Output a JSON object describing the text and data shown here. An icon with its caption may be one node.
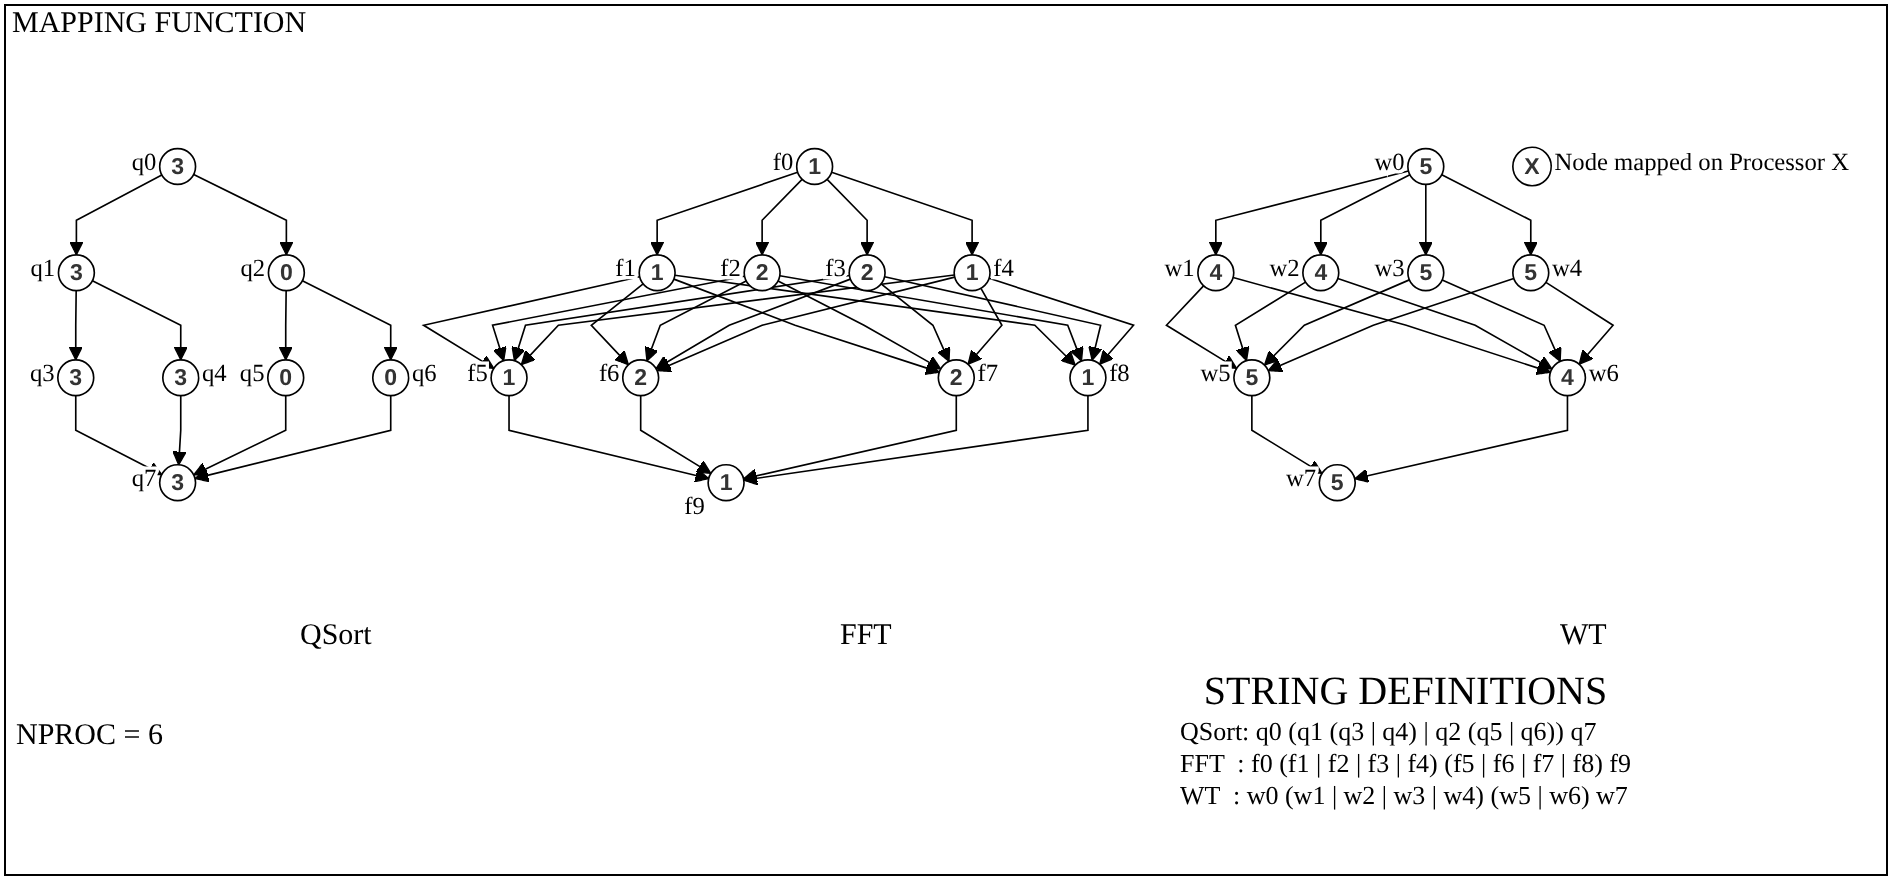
{
  "diagram": {
    "title": "MAPPING FUNCTION",
    "nodes": [
      {
        "text": [
          "3"
        ],
        "beside": [
          "q0"
        ]
      },
      {
        "text": [
          "3"
        ],
        "beside": [
          "q1"
        ]
      },
      {
        "text": [
          "0"
        ],
        "beside": [
          "q2"
        ]
      },
      {
        "text": [
          "3"
        ],
        "beside": [
          "q3"
        ]
      },
      {
        "text": [
          "3"
        ],
        "beside": [
          "q4"
        ]
      },
      {
        "text": [
          "0"
        ],
        "beside": [
          "q5"
        ]
      },
      {
        "text": [
          "0"
        ],
        "beside": [
          "q6"
        ]
      },
      {
        "text": [
          "3"
        ],
        "beside": [
          "q7"
        ]
      },
      {
        "text": [
          "1"
        ],
        "beside": [
          "f0"
        ]
      },
      {
        "text": [
          "1"
        ],
        "beside": [
          "f1"
        ]
      },
      {
        "text": [
          "2"
        ],
        "beside": [
          "f2"
        ]
      },
      {
        "text": [
          "2"
        ],
        "beside": [
          "f3"
        ]
      },
      {
        "text": [
          "1"
        ],
        "beside": [
          "f4"
        ]
      },
      {
        "text": [
          "1"
        ],
        "beside": [
          "f5"
        ]
      },
      {
        "text": [
          "2"
        ],
        "beside": [
          "f6"
        ]
      },
      {
        "text": [
          "2"
        ],
        "beside": [
          "f7"
        ]
      },
      {
        "text": [
          "1"
        ],
        "beside": [
          "f8"
        ]
      },
      {
        "text": [
          "1"
        ],
        "beside": [
          "f9"
        ]
      },
      {
        "text": [
          "5"
        ],
        "beside": [
          "w0"
        ]
      },
      {
        "text": [
          "4"
        ],
        "beside": [
          "w1"
        ]
      },
      {
        "text": [
          "4"
        ],
        "beside": [
          "w2"
        ]
      },
      {
        "text": [
          "5"
        ],
        "beside": [
          "w3"
        ]
      },
      {
        "text": [
          "5"
        ],
        "beside": [
          "w4"
        ]
      },
      {
        "text": [
          "5"
        ],
        "beside": [
          "w5"
        ]
      },
      {
        "text": [
          "4"
        ],
        "beside": [
          "w6"
        ]
      },
      {
        "text": [
          "5"
        ],
        "beside": [
          "w7"
        ]
      },
      {
        "text": [
          "X"
        ],
        "beside": [
          "Node mapped on Processor X"
        ]
      }
    ],
    "edges": [
      {
        "from": 0,
        "to": 1,
        "arrow": "to"
      },
      {
        "from": 0,
        "to": 2,
        "arrow": "to"
      },
      {
        "from": 1,
        "to": 3,
        "arrow": "to"
      },
      {
        "from": 1,
        "to": 4,
        "arrow": "to"
      },
      {
        "from": 2,
        "to": 5,
        "arrow": "to"
      },
      {
        "from": 2,
        "to": 6,
        "arrow": "to"
      },
      {
        "from": 3,
        "to": 7,
        "arrow": "to"
      },
      {
        "from": 4,
        "to": 7,
        "arrow": "to"
      },
      {
        "from": 5,
        "to": 7,
        "arrow": "to"
      },
      {
        "from": 6,
        "to": 7,
        "arrow": "to"
      },
      {
        "from": 8,
        "to": 9,
        "arrow": "to"
      },
      {
        "from": 8,
        "to": 10,
        "arrow": "to"
      },
      {
        "from": 8,
        "to": 11,
        "arrow": "to"
      },
      {
        "from": 8,
        "to": 12,
        "arrow": "to"
      },
      {
        "from": 9,
        "to": 13,
        "arrow": "to"
      },
      {
        "from": 9,
        "to": 14,
        "arrow": "to"
      },
      {
        "from": 9,
        "to": 15,
        "arrow": "to"
      },
      {
        "from": 9,
        "to": 16,
        "arrow": "to"
      },
      {
        "from": 10,
        "to": 13,
        "arrow": "to"
      },
      {
        "from": 10,
        "to": 14,
        "arrow": "to"
      },
      {
        "from": 10,
        "to": 15,
        "arrow": "to"
      },
      {
        "from": 10,
        "to": 16,
        "arrow": "to"
      },
      {
        "from": 11,
        "to": 13,
        "arrow": "to"
      },
      {
        "from": 11,
        "to": 14,
        "arrow": "to"
      },
      {
        "from": 11,
        "to": 15,
        "arrow": "to"
      },
      {
        "from": 11,
        "to": 16,
        "arrow": "to"
      },
      {
        "from": 12,
        "to": 13,
        "arrow": "to"
      },
      {
        "from": 12,
        "to": 14,
        "arrow": "to"
      },
      {
        "from": 12,
        "to": 15,
        "arrow": "to"
      },
      {
        "from": 12,
        "to": 16,
        "arrow": "to"
      },
      {
        "from": 13,
        "to": 17,
        "arrow": "to"
      },
      {
        "from": 14,
        "to": 17,
        "arrow": "to"
      },
      {
        "from": 15,
        "to": 17,
        "arrow": "to"
      },
      {
        "from": 16,
        "to": 17,
        "arrow": "to"
      },
      {
        "from": 18,
        "to": 19,
        "arrow": "to"
      },
      {
        "from": 18,
        "to": 20,
        "arrow": "to"
      },
      {
        "from": 18,
        "to": 21,
        "arrow": "to"
      },
      {
        "from": 18,
        "to": 22,
        "arrow": "to"
      },
      {
        "from": 19,
        "to": 23,
        "arrow": "to"
      },
      {
        "from": 19,
        "to": 24,
        "arrow": "to"
      },
      {
        "from": 20,
        "to": 23,
        "arrow": "to"
      },
      {
        "from": 20,
        "to": 24,
        "arrow": "to"
      },
      {
        "from": 21,
        "to": 23,
        "arrow": "to"
      },
      {
        "from": 21,
        "to": 24,
        "arrow": "to"
      },
      {
        "from": 22,
        "to": 23,
        "arrow": "to"
      },
      {
        "from": 22,
        "to": 24,
        "arrow": "to"
      },
      {
        "from": 23,
        "to": 25,
        "arrow": "to"
      },
      {
        "from": 24,
        "to": 25,
        "arrow": "to"
      }
    ],
    "labels": [
      "QSort",
      "FFT",
      "WT",
      "NPROC = 6",
      "STRING DEFINITIONS",
      "QSort: q0 (q1 (q3 | q4) | q2 (q5 | q6)) q7",
      "FFT  : f0 (f1 | f2 | f3 | f4) (f5 | f6 | f7 | f8) f9",
      "WT  : w0 (w1 | w2 | w3 | w4) (w5 | w6) w7"
    ]
  }
}
